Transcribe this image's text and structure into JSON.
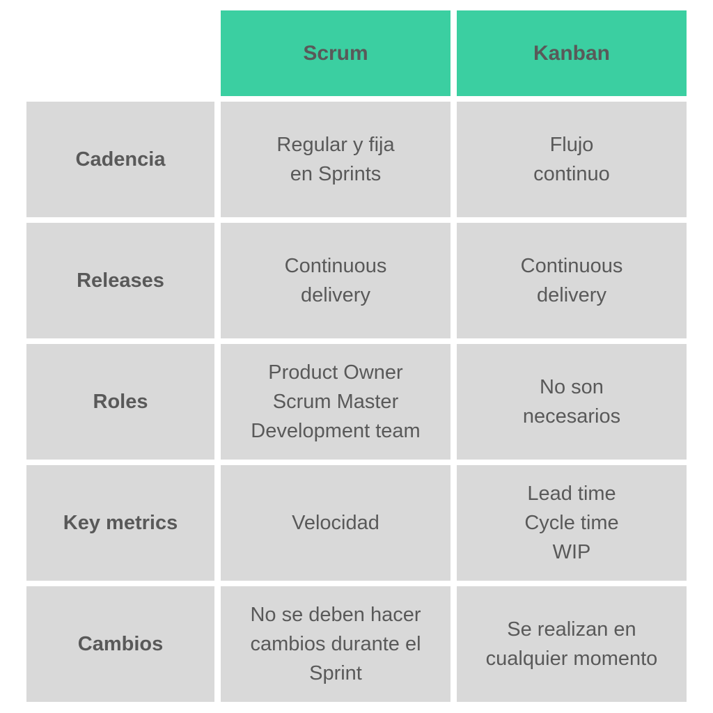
{
  "table": {
    "header": {
      "scrum": "Scrum",
      "kanban": "Kanban"
    },
    "rows": [
      {
        "label": "Cadencia",
        "scrum": "Regular y fija\nen Sprints",
        "kanban": "Flujo\ncontinuo"
      },
      {
        "label": "Releases",
        "scrum": "Continuous\ndelivery",
        "kanban": "Continuous\ndelivery"
      },
      {
        "label": "Roles",
        "scrum": "Product Owner\nScrum Master\nDevelopment team",
        "kanban": "No son\nnecesarios"
      },
      {
        "label": "Key metrics",
        "scrum": "Velocidad",
        "kanban": "Lead time\nCycle time\nWIP"
      },
      {
        "label": "Cambios",
        "scrum": "No se deben hacer\ncambios durante el\nSprint",
        "kanban": "Se realizan en\ncualquier momento"
      }
    ]
  },
  "colors": {
    "header_bg": "#3BCFA1",
    "cell_bg": "#D9D9D9",
    "text": "#595959",
    "background": "#FFFFFF"
  }
}
